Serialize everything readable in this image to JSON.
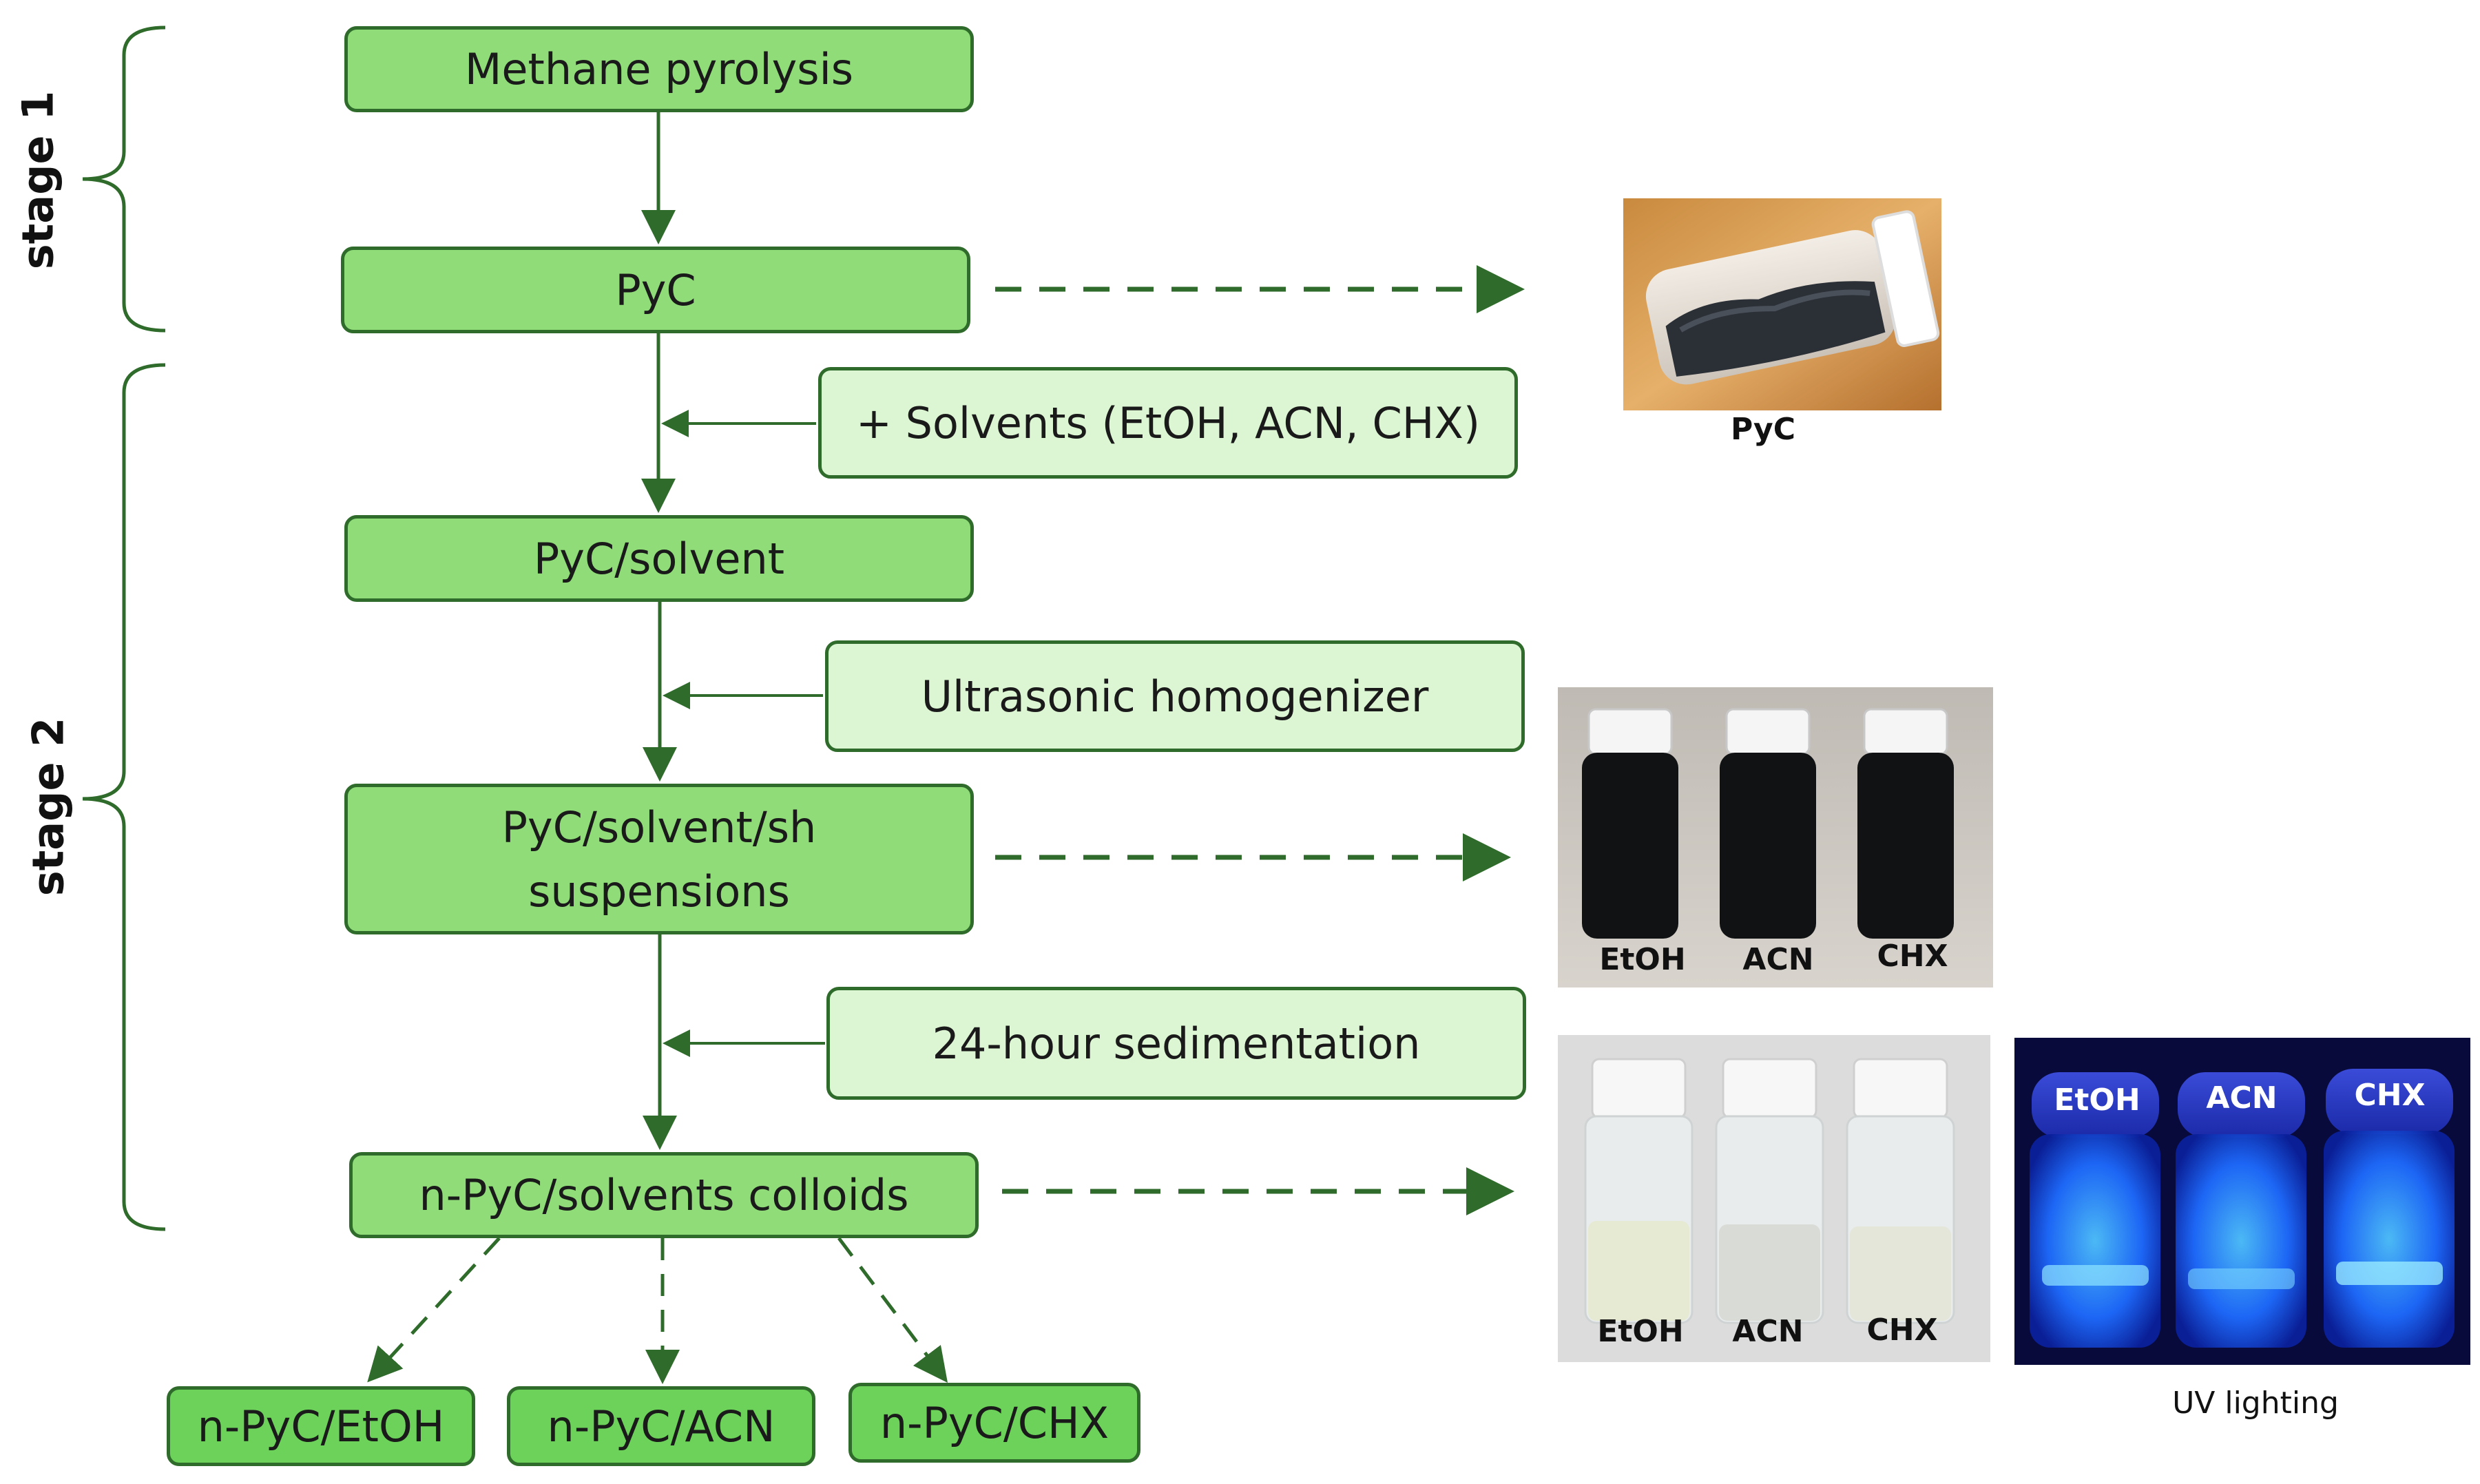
{
  "stages": {
    "stage1": "stage 1",
    "stage2": "stage 2"
  },
  "boxes": {
    "methane_pyrolysis": "Methane pyrolysis",
    "pyc": "PyC",
    "solvents": "+ Solvents (EtOH, ACN, CHX)",
    "pyc_solvent": "PyC/solvent",
    "ultrasonic": "Ultrasonic homogenizer",
    "suspensions_line1": "PyC/solvent/sh",
    "suspensions_line2": "suspensions",
    "sedimentation": "24-hour sedimentation",
    "colloids": "n-PyC/solvents colloids",
    "etoh": "n-PyC/EtOH",
    "acn": "n-PyC/ACN",
    "chx": "n-PyC/CHX"
  },
  "photos": {
    "pyc_caption": "PyC",
    "suspensions_labels": [
      "EtOH",
      "ACN",
      "CHX"
    ],
    "colloids_labels": [
      "EtOH",
      "ACN",
      "CHX"
    ],
    "uv_labels": [
      "EtOH",
      "ACN",
      "CHX"
    ],
    "uv_caption": "UV lighting"
  },
  "colors": {
    "main_box": "#8fdc78",
    "side_box": "#dcf5d2",
    "final_box": "#6cd25a",
    "border": "#2f6b2a",
    "uv_glow": "#1e6bff"
  }
}
